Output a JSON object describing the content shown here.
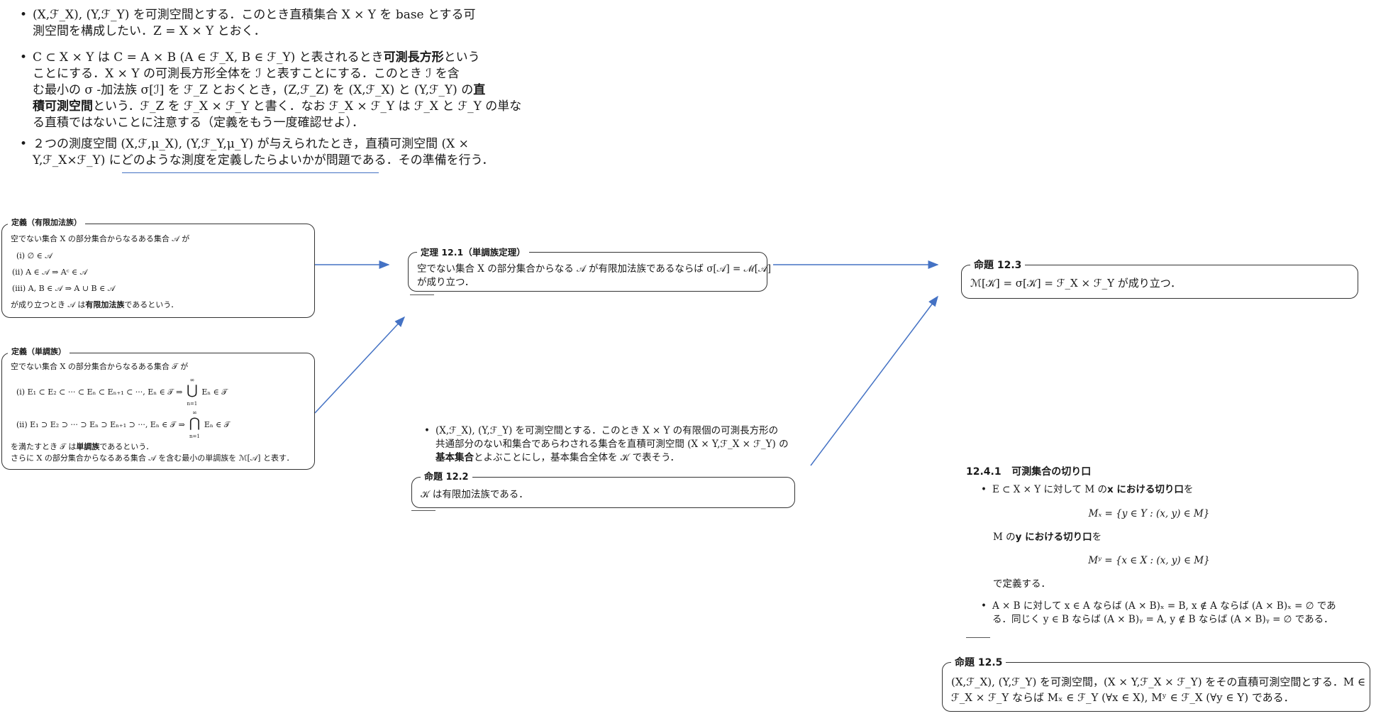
{
  "top_bullets": [
    {
      "lines": [
        "(X,ℱ_X), (Y,ℱ_Y) を可測空間とする．このとき直積集合 X × Y を base とする可",
        "測空間を構成したい．Z = X × Y とおく．"
      ]
    },
    {
      "lines": [
        "C ⊂ X × Y は C = A × B (A ∈ ℱ_X, B ∈ ℱ_Y) と表されるとき",
        "ことにする．X × Y の可測長方形全体を ℐ と表すことにする．このとき ℐ を含",
        "む最小の σ -加法族 σ[ℐ] を ℱ_Z とおくとき，(Z,ℱ_Z) を (X,ℱ_X) と (Y,ℱ_Y) の",
        "という．ℱ_Z を ℱ_X × ℱ_Y と書く．なお ℱ_X × ℱ_Y は ℱ_X と ℱ_Y の単な",
        "る直積ではないことに注意する（定義をもう一度確認せよ）．"
      ],
      "bold1": "可測長方形",
      "after_bold1": "という",
      "bold2": "直",
      "bold3": "積可測空間"
    },
    {
      "lines": [
        "２つの測度空間 (X,ℱ,μ_X), (Y,ℱ_Y,μ_Y) が与えられたとき，直積可測空間 (X ×",
        "Y,ℱ_X×ℱ_Y) にどのような測度を定義したらよいかが問題である．その準備を行う．"
      ]
    }
  ],
  "def_finite": {
    "title": "定義（有限加法族）",
    "intro": "空でない集合 X の部分集合からなるある集合 𝒜 が",
    "items": [
      "(i)  ∅ ∈ 𝒜",
      "(ii)  A ∈ 𝒜 ⇒ Aᶜ ∈ 𝒜",
      "(iii)  A, B ∈ 𝒜 ⇒ A ∪ B ∈ 𝒜"
    ],
    "outro_pre": "が成り立つとき 𝒜 は",
    "outro_bold": "有限加法族",
    "outro_post": "であるという．"
  },
  "def_monotone": {
    "title": "定義（単調族）",
    "intro": "空でない集合 X の部分集合からなるある集合 𝒯 が",
    "item1": "(i)  E₁ ⊂ E₂ ⊂ ··· ⊂ Eₙ ⊂ Eₙ₊₁ ⊂ ···, Eₙ ∈ 𝒯 ⇒",
    "item1_op": "⋃",
    "item1_tail": "Eₙ ∈ 𝒯",
    "item2": "(ii)  E₁ ⊃ E₂ ⊃ ··· ⊃ Eₙ ⊃ Eₙ₊₁ ⊃ ···, Eₙ ∈ 𝒯 ⇒",
    "item2_op": "⋂",
    "item2_tail": "Eₙ ∈ 𝒯",
    "sup": "∞",
    "sub": "n=1",
    "outro_pre": "を満たすとき 𝒯 は",
    "outro_bold": "単調族",
    "outro_post": "であるという．",
    "outro2": "さらに X の部分集合からなるある集合 𝒜 を含む最小の単調族を ℳ[𝒜] と表す．"
  },
  "thm_12_1": {
    "title": "定理 12.1（単調族定理）",
    "lines": [
      "空でない集合 X の部分集合からなる 𝒜 が有限加法族であるならば σ[𝒜] = ℳ[𝒜]",
      "が成り立つ．"
    ]
  },
  "prop_12_3": {
    "title": "命題 12.3",
    "text": "ℳ[𝒦] = σ[𝒦] = ℱ_X × ℱ_Y が成り立つ．"
  },
  "mid_bullet": {
    "lines": [
      "(X,ℱ_X), (Y,ℱ_Y) を可測空間とする．このとき X × Y の有限個の可測長方形の",
      "共通部分のない和集合であらわされる集合を直積可測空間 (X × Y,ℱ_X × ℱ_Y) の"
    ],
    "bold": "基本集合",
    "tail": "とよぶことにし，基本集合全体を 𝒦 で表そう．"
  },
  "prop_12_2": {
    "title": "命題 12.2",
    "text": "𝒦 は有限加法族である．"
  },
  "section": {
    "number": "12.4.1",
    "title": "可測集合の切り口",
    "b1_pre": "E ⊂ X × Y に対して M の",
    "b1_bold": "x における切り口",
    "b1_post": "を",
    "eq1": "Mₓ = {y ∈ Y : (x, y) ∈ M}",
    "l2_pre": "M の",
    "l2_bold": "y における切り口",
    "l2_post": "を",
    "eq2": "Mʸ = {x ∈ X : (x, y) ∈ M}",
    "l3": "で定義する．",
    "b2_lines": [
      "A × B に対して x ∈ A ならば (A × B)ₓ = B, x ∉ A ならば (A × B)ₓ = ∅ であ",
      "る．同じく y ∈ B ならば (A × B)ᵧ = A, y ∉ B ならば (A × B)ᵧ = ∅ である．"
    ]
  },
  "prop_12_5": {
    "title": "命題 12.5",
    "lines": [
      "(X,ℱ_X), (Y,ℱ_Y) を可測空間，(X × Y,ℱ_X × ℱ_Y) をその直積可測空間とする．M ∈",
      "ℱ_X × ℱ_Y ならば Mₓ ∈ ℱ_Y (∀x ∈ X), Mʸ ∈ ℱ_X (∀y ∈ Y) である．"
    ]
  },
  "colors": {
    "arrow": "#4472c4",
    "underline": "#4472c4",
    "border": "#333333"
  }
}
